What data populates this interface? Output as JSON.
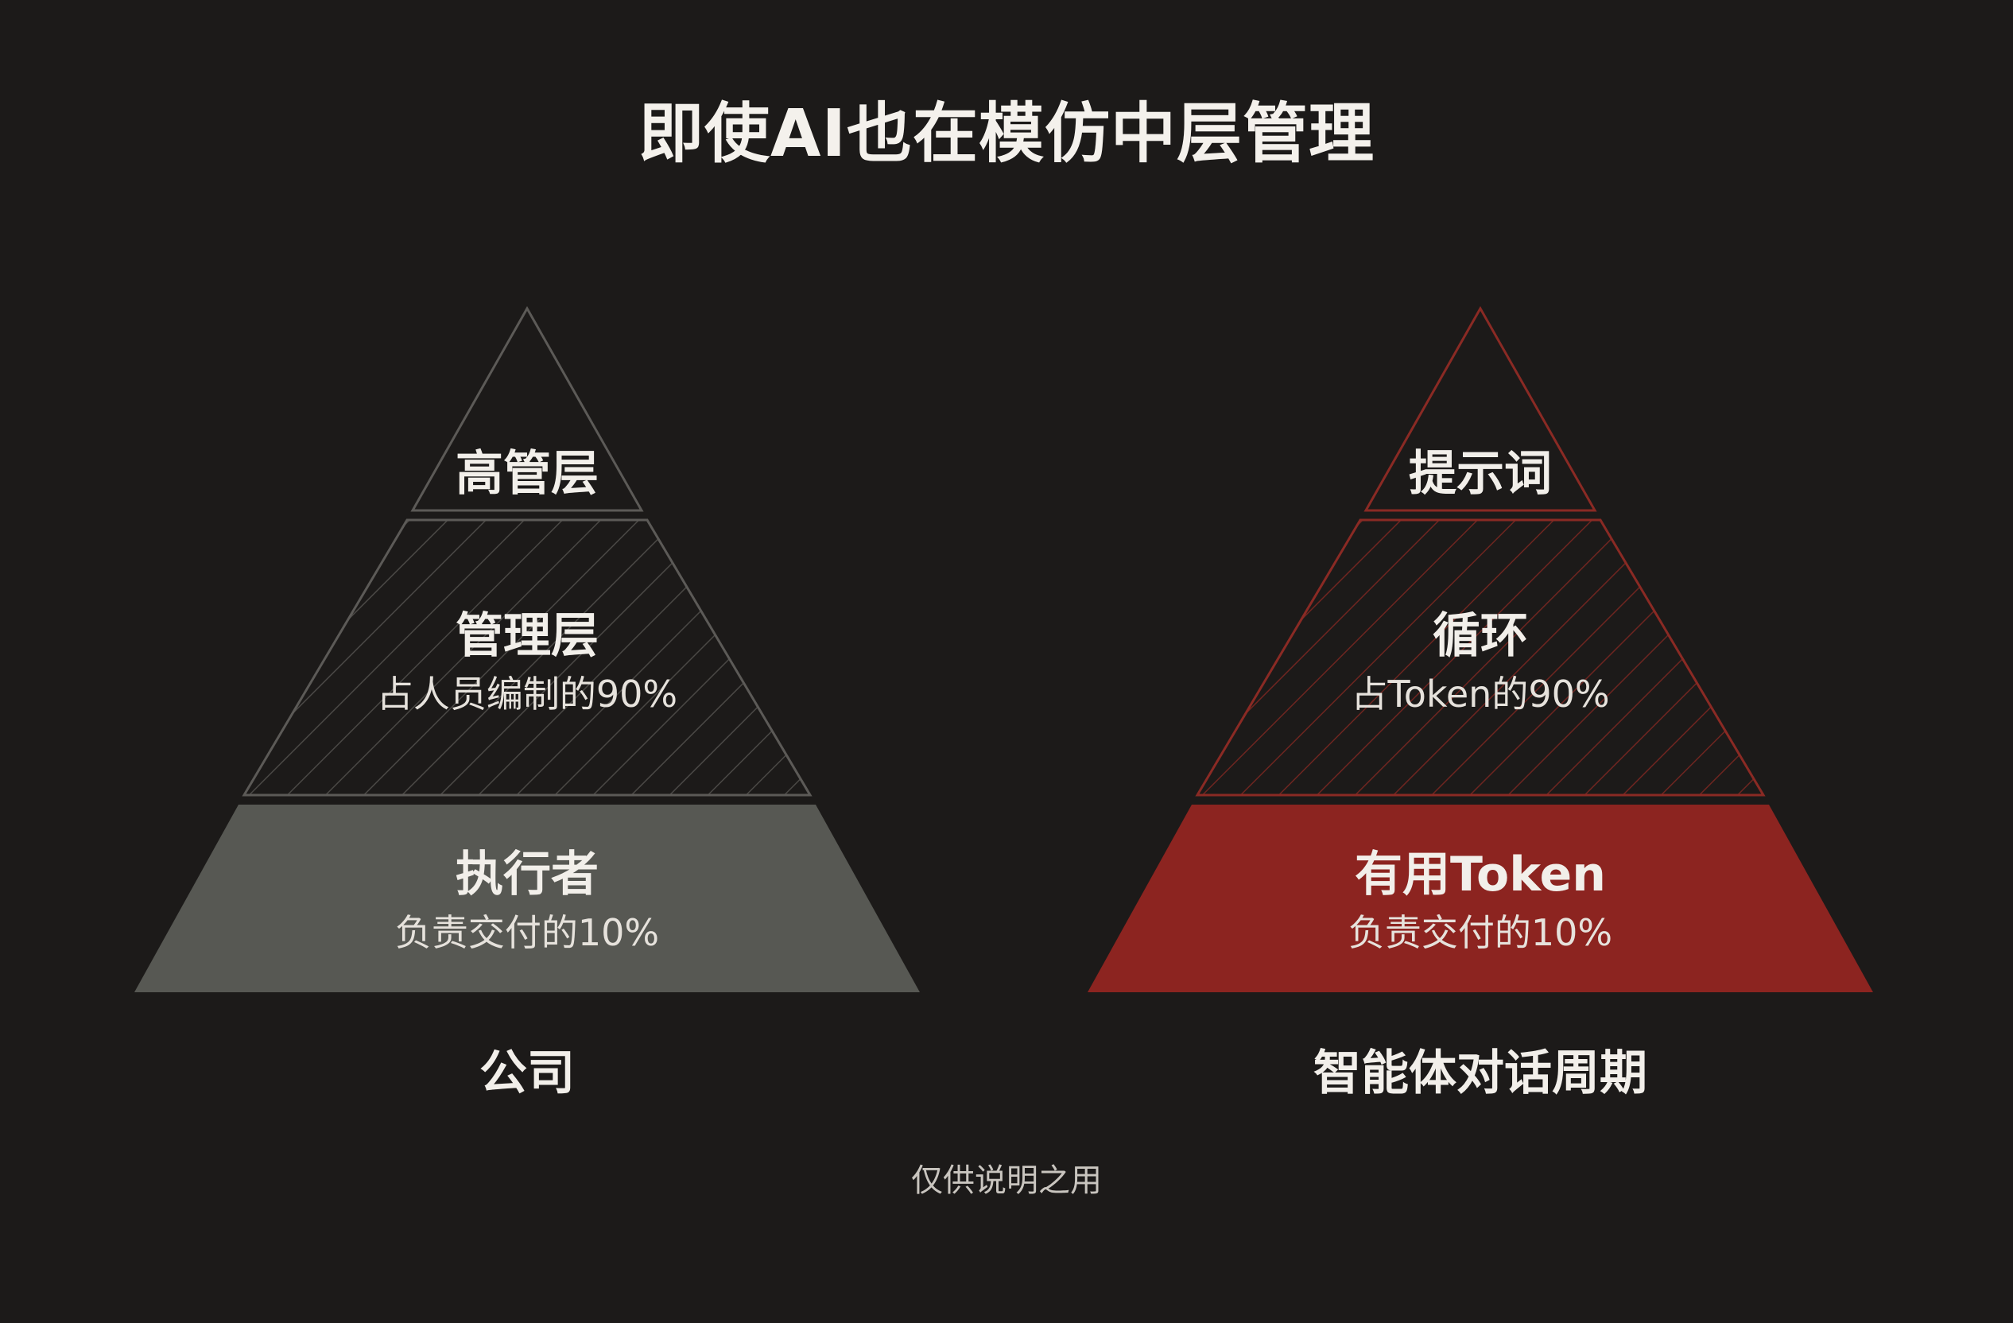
{
  "title": "即使AI也在模仿中层管理",
  "left_pyramid": {
    "top": {
      "label": "高管层"
    },
    "middle": {
      "label": "管理层",
      "sublabel": "占人员编制的90%"
    },
    "bottom": {
      "label": "执行者",
      "sublabel": "负责交付的10%"
    },
    "caption": "公司",
    "colors": {
      "outline": "#5c5a57",
      "hatch": "#4a4845",
      "base_fill": "#575853"
    }
  },
  "right_pyramid": {
    "top": {
      "label": "提示词"
    },
    "middle": {
      "label": "循环",
      "sublabel": "占Token的90%"
    },
    "bottom": {
      "label": "有用Token",
      "sublabel": "负责交付的10%"
    },
    "caption": "智能体对话周期",
    "colors": {
      "outline": "#8a2a24",
      "hatch": "#6e2520",
      "base_fill": "#8c2420"
    }
  },
  "footnote": "仅供说明之用"
}
